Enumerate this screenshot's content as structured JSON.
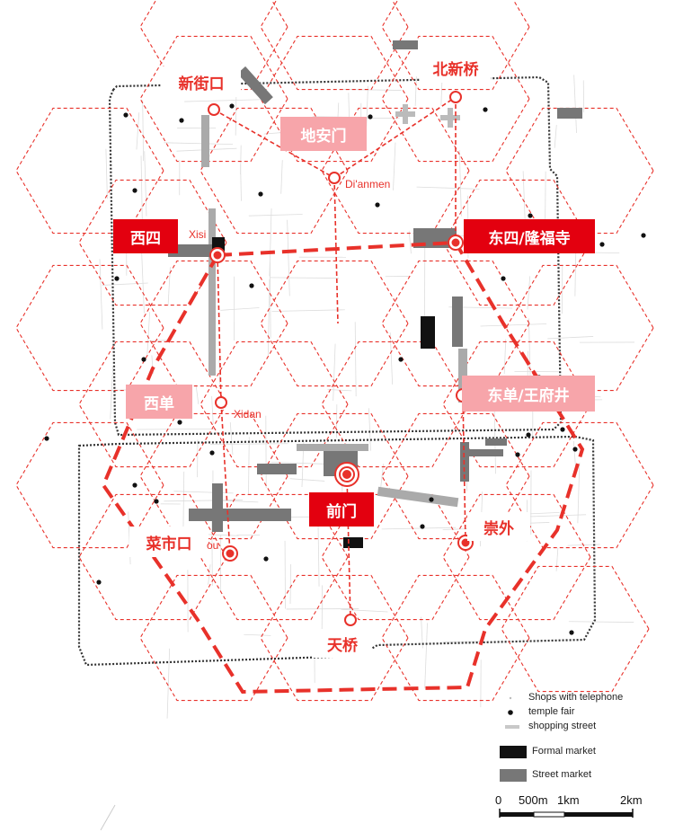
{
  "colors": {
    "accent_red": "#e8312a",
    "label_red": "#e3000f",
    "label_pink": "#f7a5aa",
    "formal_market": "#111111",
    "street_market": "#777777",
    "shopping_street": "#c8c8c8"
  },
  "stations": [
    {
      "id": "xinjiekou",
      "zh": "新街口",
      "style": "white"
    },
    {
      "id": "beixinqiao",
      "zh": "北新桥",
      "style": "white"
    },
    {
      "id": "dianmen",
      "zh": "地安门",
      "style": "pink",
      "en": "Di'anmen"
    },
    {
      "id": "xisi",
      "zh": "西四",
      "style": "red",
      "en": "Xisi"
    },
    {
      "id": "dongsi",
      "zh": "东四/隆福寺",
      "style": "red"
    },
    {
      "id": "xidan",
      "zh": "西单",
      "style": "pink",
      "en": "Xidan"
    },
    {
      "id": "dongdan",
      "zh": "东单/王府井",
      "style": "pink"
    },
    {
      "id": "qianmen",
      "zh": "前门",
      "style": "red"
    },
    {
      "id": "chongwai",
      "zh": "崇外",
      "style": "white"
    },
    {
      "id": "caishikou",
      "zh": "菜市口",
      "style": "white",
      "en": "ou"
    },
    {
      "id": "tianqiao",
      "zh": "天桥",
      "style": "white"
    }
  ],
  "legend": {
    "shops": "Shops with telephone",
    "temple_fair": "temple fair",
    "shopping_street": "shopping street",
    "formal_market": "Formal market",
    "street_market": "Street market"
  },
  "scale": {
    "labels": [
      "0",
      "500m",
      "1km",
      "2km"
    ]
  }
}
